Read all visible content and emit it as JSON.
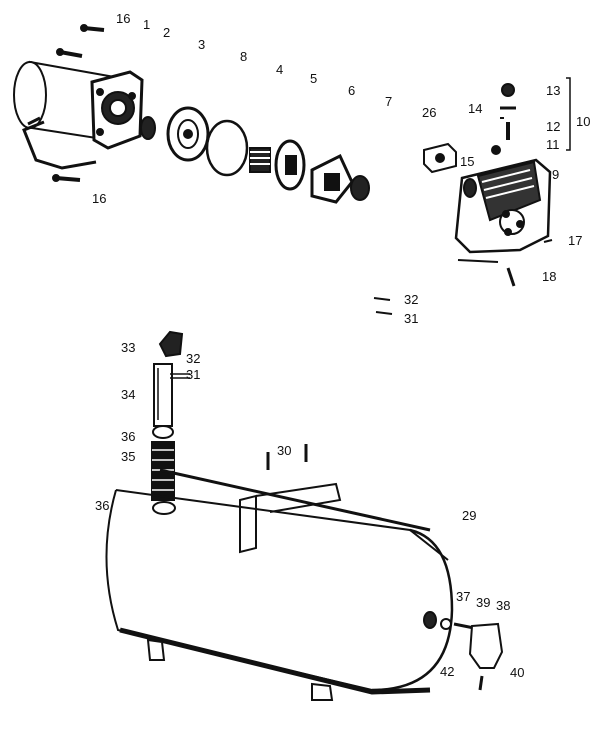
{
  "labels": {
    "l16a": "16",
    "l1": "1",
    "l2": "2",
    "l3": "3",
    "l8": "8",
    "l4": "4",
    "l5": "5",
    "l6a": "6",
    "l7": "7",
    "l16b": "16",
    "l26": "26",
    "l14": "14",
    "l13": "13",
    "l12": "12",
    "l11": "11",
    "l10": "10",
    "l15": "15",
    "l9": "9",
    "l17": "17",
    "l18": "18",
    "l32a": "32",
    "l31a": "31",
    "l33": "33",
    "l32b": "32",
    "l31b": "31",
    "l34": "34",
    "l36a": "36",
    "l35": "35",
    "l36b": "36",
    "l30": "30",
    "l29": "29",
    "l37": "37",
    "l39": "39",
    "l38": "38",
    "l42": "42",
    "l40": "40"
  }
}
